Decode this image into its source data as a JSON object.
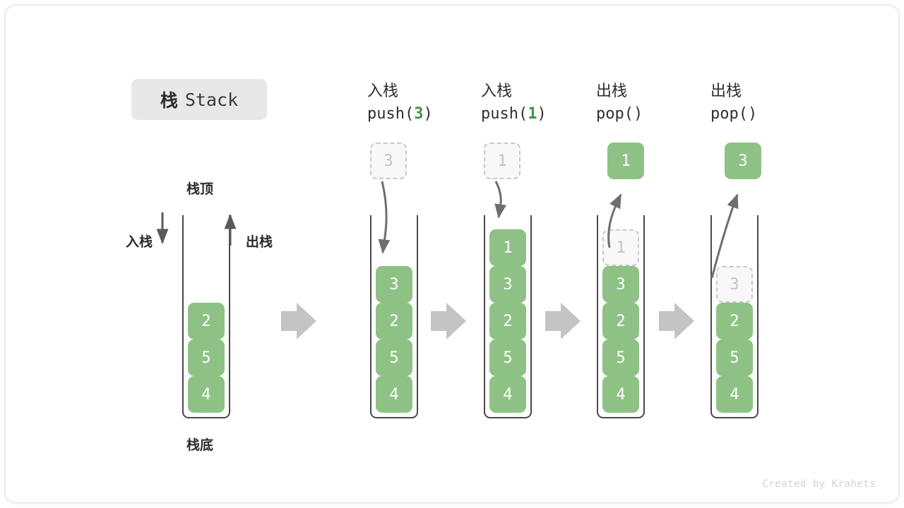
{
  "title": {
    "cn": "栈",
    "en": "Stack"
  },
  "labels": {
    "top": "栈顶",
    "bottom": "栈底",
    "push": "入栈",
    "pop": "出栈"
  },
  "footer": "Created by Krahets",
  "colors": {
    "cell_fill": "#8ec285",
    "cell_text": "#ffffff",
    "ghost_fill": "#f8f8f8",
    "ghost_border": "#c9c9c9",
    "ghost_text": "#c3c3c3",
    "accent_green": "#3f9142",
    "tube_stroke": "#4a4a4a",
    "flow_arrow": "#c4c4c4",
    "curve_arrow": "#6e6e6e",
    "chip_bg": "#e8e8e8"
  },
  "columns": [
    {
      "id": "initial",
      "header_cn": "",
      "header_code": "",
      "stack": [
        "2",
        "5",
        "4"
      ],
      "ghost_in_stack": null,
      "floating": null,
      "floating_ghost": null
    },
    {
      "id": "push-3",
      "header_cn": "入栈",
      "header_code": "push(3)",
      "header_arg": "3",
      "stack": [
        "3",
        "2",
        "5",
        "4"
      ],
      "ghost_in_stack": null,
      "floating": null,
      "floating_ghost": "3"
    },
    {
      "id": "push-1",
      "header_cn": "入栈",
      "header_code": "push(1)",
      "header_arg": "1",
      "stack": [
        "1",
        "3",
        "2",
        "5",
        "4"
      ],
      "ghost_in_stack": null,
      "floating": null,
      "floating_ghost": "1"
    },
    {
      "id": "pop-1",
      "header_cn": "出栈",
      "header_code": "pop()",
      "header_arg": "",
      "stack": [
        "3",
        "2",
        "5",
        "4"
      ],
      "ghost_in_stack": "1",
      "floating": "1",
      "floating_ghost": null
    },
    {
      "id": "pop-2",
      "header_cn": "出栈",
      "header_code": "pop()",
      "header_arg": "",
      "stack": [
        "2",
        "5",
        "4"
      ],
      "ghost_in_stack": "3",
      "floating": "3",
      "floating_ghost": null
    }
  ]
}
